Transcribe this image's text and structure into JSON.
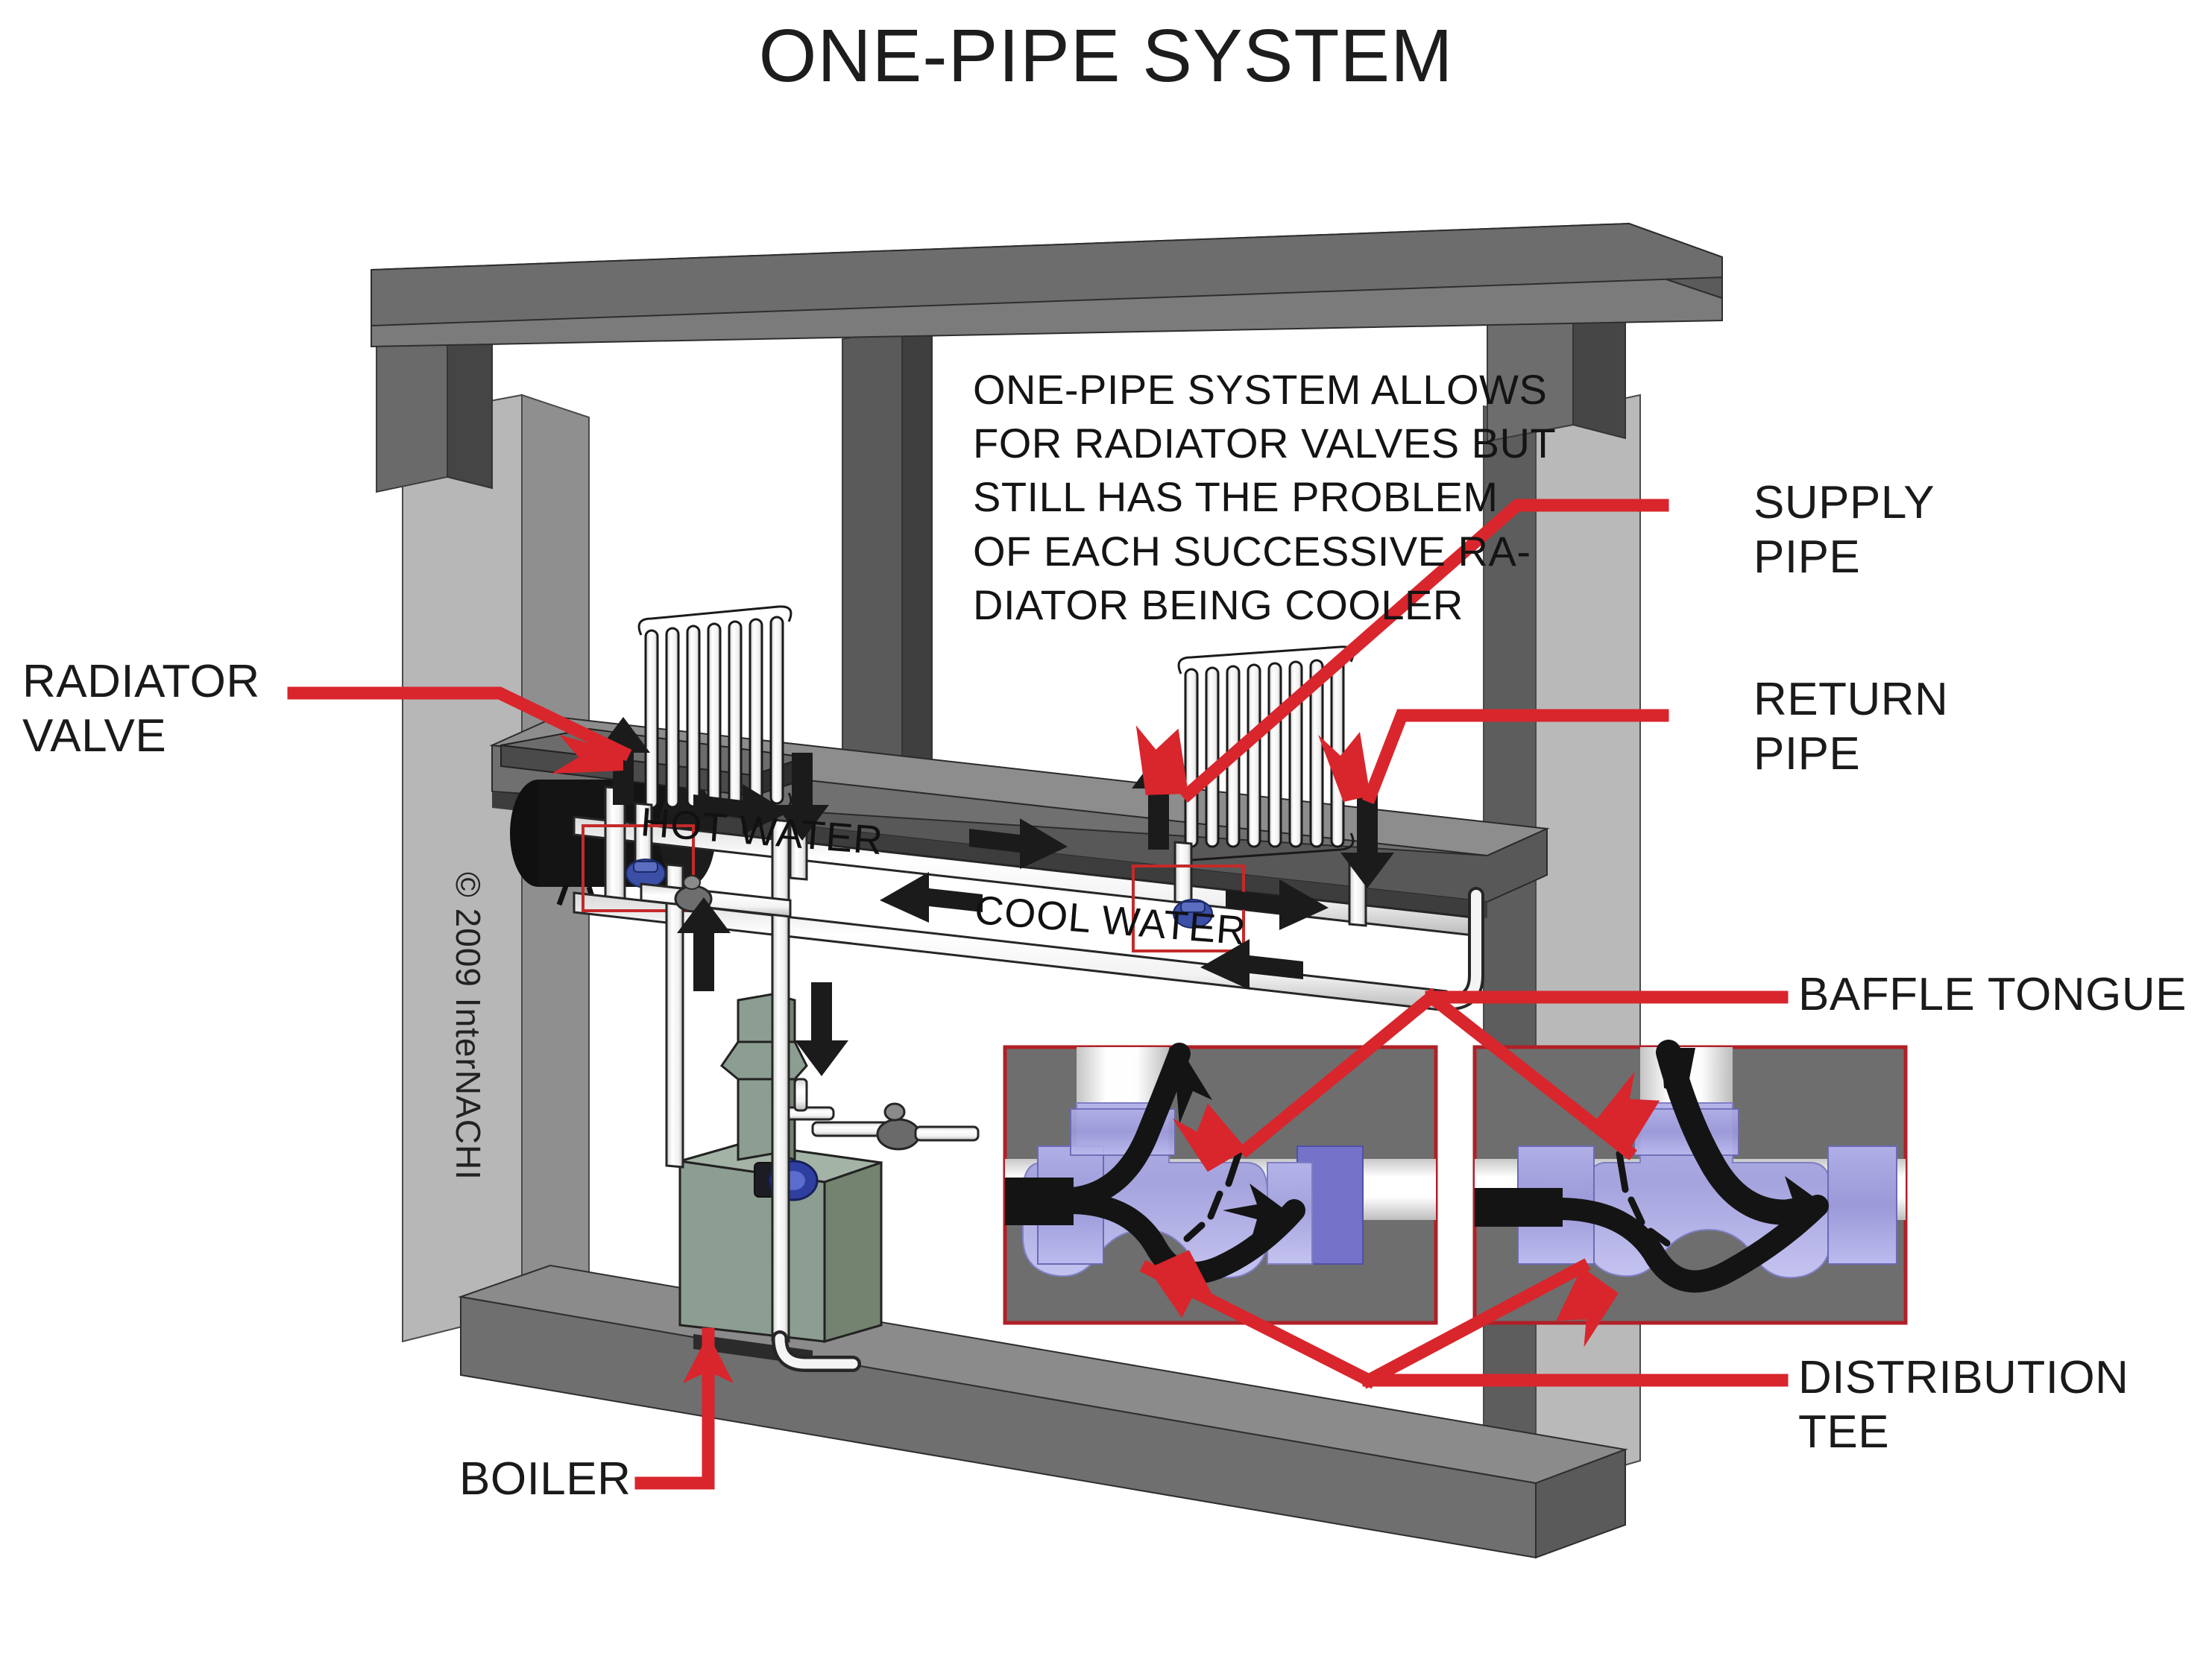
{
  "title": "ONE-PIPE SYSTEM",
  "annotation": {
    "lines": [
      "ONE-PIPE SYSTEM ALLOWS",
      "FOR RADIATOR VALVES BUT",
      "STILL HAS THE PROBLEM",
      "OF EACH SUCCESSIVE RA-",
      "DIATOR BEING COOLER"
    ],
    "text": "ONE-PIPE SYSTEM ALLOWS FOR RADIATOR VALVES BUT STILL HAS THE PROBLEM OF EACH SUCCESSIVE RADIATOR BEING COOLER"
  },
  "callouts": {
    "radiator_valve": "RADIATOR\nVALVE",
    "supply_pipe": "SUPPLY\nPIPE",
    "return_pipe": "RETURN\nPIPE",
    "baffle_tongue": "BAFFLE TONGUE",
    "distribution_tee": "DISTRIBUTION\nTEE",
    "boiler": "BOILER"
  },
  "flow_labels": {
    "hot_water": "HOT WATER",
    "cool_water": "COOL WATER"
  },
  "copyright": "© 2009 InterNACHI",
  "colors": {
    "callout_red": "#D8262C",
    "inset_border": "#B02028",
    "inset_background": "#6E6E6E",
    "fitting_purple": "#A9A8E0",
    "fitting_purple_dark": "#7a78cf",
    "pipe_white": "#FAFAFA",
    "beam_dark": "#4E4E4E",
    "beam_mid": "#646464",
    "wall_light": "#B9B9B9",
    "wall_mid": "#9C9C9C",
    "floor_gray": "#7A7A7A",
    "boiler_green": "#8C9D91",
    "tank_black": "#141414",
    "valve_blue": "#3B4FA6",
    "text": "#1A1A1A"
  },
  "diagram": {
    "type": "cutaway-isometric",
    "system": "one-pipe hot water heating",
    "components": [
      "boiler",
      "expansion tank",
      "circulator pump",
      "supply pipe",
      "return pipe",
      "radiator 1",
      "radiator 2",
      "radiator valves",
      "distribution tees",
      "baffle tongues"
    ],
    "insets": [
      {
        "name": "supply-tee-detail",
        "shows": "flow diverted upward into radiator by baffle tongue"
      },
      {
        "name": "return-tee-detail",
        "shows": "return flow from radiator rejoining the main loop"
      }
    ]
  }
}
